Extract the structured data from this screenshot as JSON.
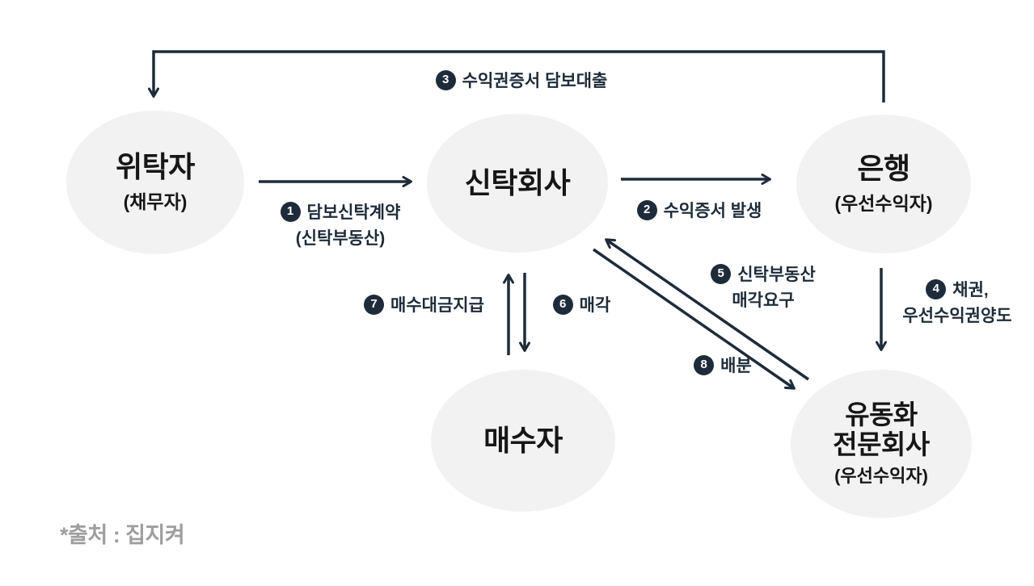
{
  "colors": {
    "ink": "#1e2b3a",
    "node_bg": "#f2f2f2",
    "node_text": "#161616",
    "source_text": "#9e9ea0",
    "background": "#ffffff"
  },
  "nodes": {
    "truster": {
      "title": "위탁자",
      "subtitle": "(채무자)"
    },
    "trust_company": {
      "title": "신탁회사"
    },
    "bank": {
      "title": "은행",
      "subtitle": "(우선수익자)"
    },
    "buyer": {
      "title": "매수자"
    },
    "spc": {
      "title_line1": "유동화",
      "title_line2": "전문회사",
      "subtitle": "(우선수익자)"
    }
  },
  "flows": [
    {
      "num": "1",
      "lines": [
        "담보신탁계약",
        "(신탁부동산)"
      ],
      "from": "truster",
      "to": "trust_company"
    },
    {
      "num": "2",
      "lines": [
        "수익증서 발생"
      ],
      "from": "trust_company",
      "to": "bank"
    },
    {
      "num": "3",
      "lines": [
        "수익권증서 담보대출"
      ],
      "from": "bank",
      "to": "truster"
    },
    {
      "num": "4",
      "lines": [
        "채권,",
        "우선수익권양도"
      ],
      "from": "bank",
      "to": "spc"
    },
    {
      "num": "5",
      "lines": [
        "신탁부동산",
        "매각요구"
      ],
      "from": "spc",
      "to": "trust_company"
    },
    {
      "num": "6",
      "lines": [
        "매각"
      ],
      "from": "trust_company",
      "to": "buyer"
    },
    {
      "num": "7",
      "lines": [
        "매수대금지급"
      ],
      "from": "buyer",
      "to": "trust_company"
    },
    {
      "num": "8",
      "lines": [
        "배분"
      ],
      "from": "trust_company",
      "to": "spc"
    }
  ],
  "source_note": "*출처 : 집지켜"
}
